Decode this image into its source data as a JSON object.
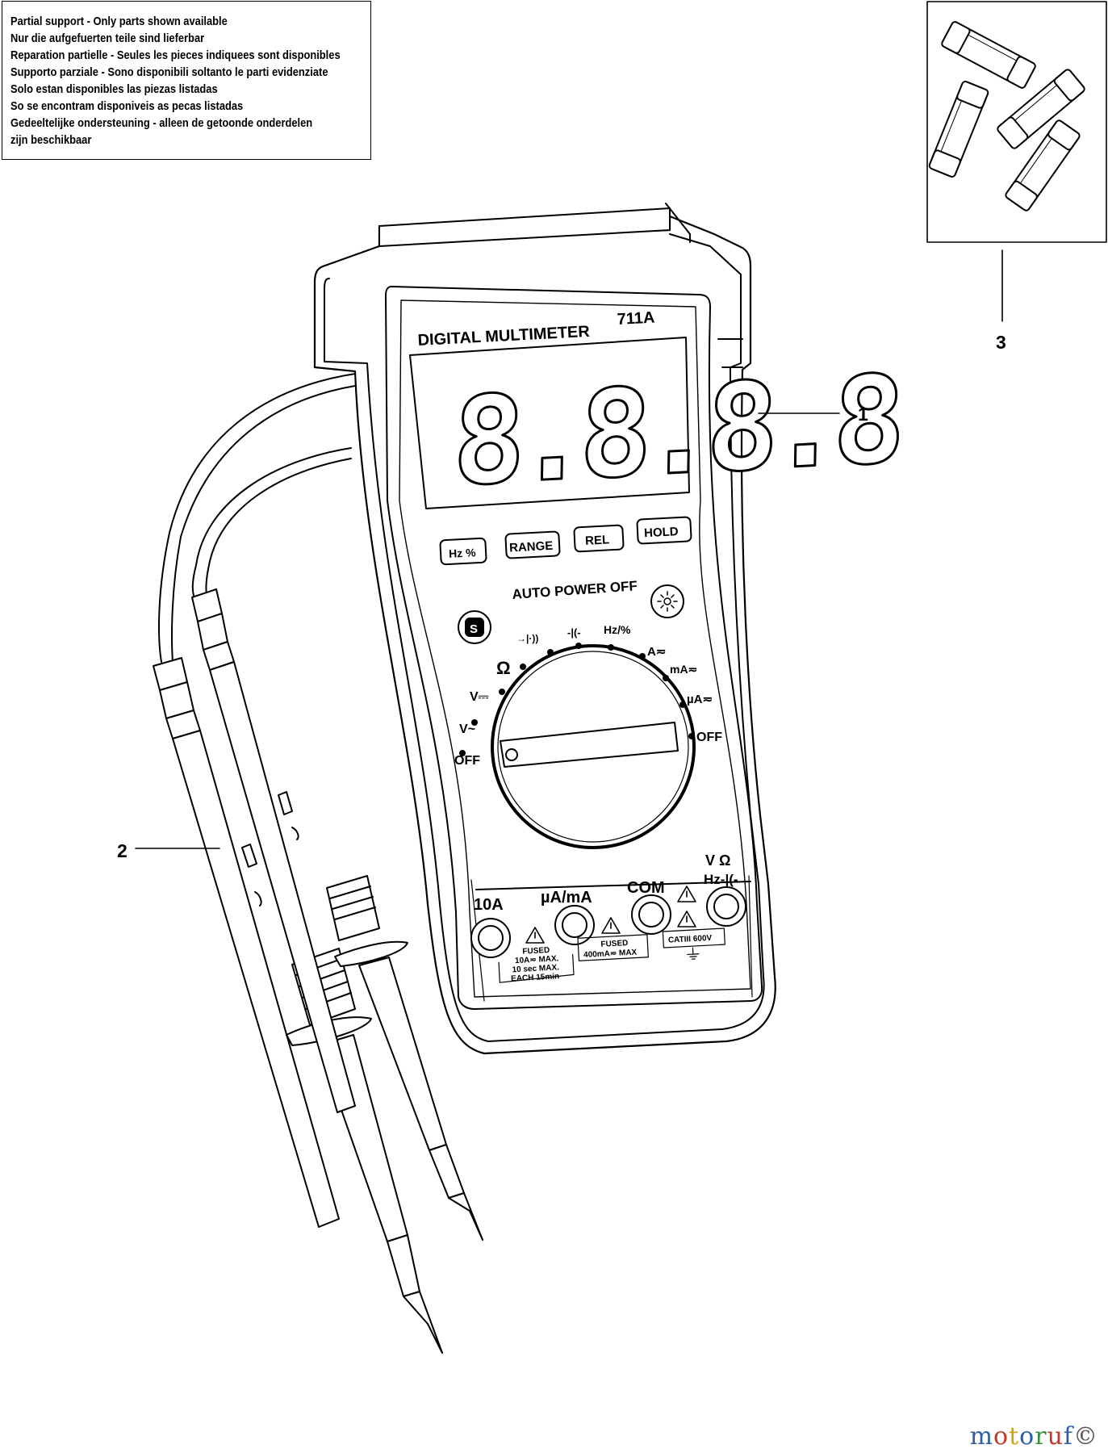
{
  "notice_lines": [
    "Partial support - Only parts shown available",
    "Nur die aufgefuerten teile sind lieferbar",
    "Reparation partielle - Seules les pieces indiquees sont disponibles",
    "Supporto parziale - Sono disponibili soltanto le parti evidenziate",
    "Solo estan disponibles las piezas listadas",
    "So se encontram disponiveis as pecas listadas",
    "Gedeeltelijke ondersteuning - alleen de getoonde onderdelen",
    "zijn beschikbaar"
  ],
  "callouts": {
    "multimeter": "1",
    "test_leads": "2",
    "fuses": "3"
  },
  "meter": {
    "title": "DIGITAL MULTIMETER",
    "model": "711A",
    "display": "8.8.8.8",
    "buttons": {
      "hz": "Hz %",
      "range": "RANGE",
      "rel": "REL",
      "hold": "HOLD"
    },
    "auto_power_off": "AUTO POWER OFF",
    "select_key": "S",
    "dial": {
      "ohm": "Ω",
      "vdc": "V⎓",
      "vac": "V~",
      "off_left": "OFF",
      "diode": "→|·))",
      "cap": "-|(-",
      "hz": "Hz/%",
      "amp": "A≂",
      "ma": "mA≂",
      "ua": "µA≂",
      "off_right": "OFF"
    },
    "jacks": {
      "ten_a": "10A",
      "ua_ma": "µA/mA",
      "com": "COM",
      "v_ohm": "V Ω",
      "hz_cap": "Hz-|(-"
    },
    "warnings": {
      "fuse_10a_1": "FUSED",
      "fuse_10a_2": "10A≂ MAX.",
      "fuse_10a_3": "10 sec MAX.",
      "fuse_10a_4": "EACH 15min",
      "fuse_ma_1": "FUSED",
      "fuse_ma_2": "400mA≂ MAX",
      "cat": "CATIII 600V"
    }
  },
  "watermark": [
    "m",
    "o",
    "t",
    "o",
    "r",
    "u",
    "f",
    "©"
  ],
  "colors": {
    "ink": "#000000",
    "paper": "#ffffff",
    "watermark": [
      "#2d5fa8",
      "#c0392b",
      "#d4a017",
      "#2d5fa8",
      "#3a8f3a",
      "#c0392b",
      "#2d5fa8",
      "#555555"
    ]
  }
}
